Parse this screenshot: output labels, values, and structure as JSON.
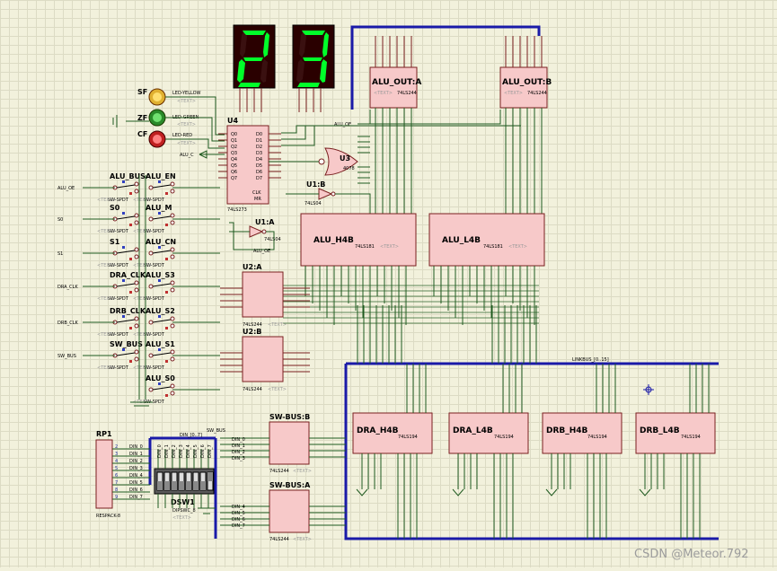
{
  "displays": [
    {
      "id": "seg1",
      "digit": "2"
    },
    {
      "id": "seg2",
      "digit": "3"
    }
  ],
  "leds": [
    {
      "ref": "SF",
      "name": "LED-YELLOW",
      "color": "#d4a000"
    },
    {
      "ref": "ZF",
      "name": "LED-GREEN",
      "color": "#2a8a2a"
    },
    {
      "ref": "CF",
      "name": "LED-RED",
      "color": "#c02020"
    }
  ],
  "switches": [
    {
      "label": "ALU_BUS",
      "type": "SW-SPDT",
      "net": "ALU_OE"
    },
    {
      "label": "ALU_EN",
      "type": "SW-SPDT"
    },
    {
      "label": "S0",
      "type": "SW-SPDT",
      "net": "S0"
    },
    {
      "label": "ALU_M",
      "type": "SW-SPDT"
    },
    {
      "label": "S1",
      "type": "SW-SPDT",
      "net": "S1"
    },
    {
      "label": "ALU_CN",
      "type": "SW-SPDT"
    },
    {
      "label": "DRA_CLK",
      "type": "SW-SPDT",
      "net": "DRA_CLK"
    },
    {
      "label": "ALU_S3",
      "type": "SW-SPDT"
    },
    {
      "label": "DRB_CLK",
      "type": "SW-SPDT",
      "net": "DRB_CLK"
    },
    {
      "label": "ALU_S2",
      "type": "SW-SPDT"
    },
    {
      "label": "SW_BUS",
      "type": "SW-SPDT",
      "net": "SW_BUS"
    },
    {
      "label": "ALU_S1",
      "type": "SW-SPDT"
    },
    {
      "label": "ALU_S0",
      "type": "SW-SPDT"
    }
  ],
  "chips": {
    "u4": {
      "ref": "U4",
      "part": "74LS273",
      "pins_q": [
        "Q0",
        "Q1",
        "Q2",
        "Q3",
        "Q4",
        "Q5",
        "Q6",
        "Q7"
      ],
      "pins_d": [
        "D0",
        "D1",
        "D2",
        "D3",
        "D4",
        "D5",
        "D6",
        "D7"
      ],
      "clk": "CLK",
      "mr": "MR"
    },
    "u3": {
      "ref": "U3",
      "part": "4078"
    },
    "u1b": {
      "ref": "U1:B",
      "part": "74LS04"
    },
    "u1a": {
      "ref": "U1:A",
      "part": "74LS04"
    },
    "u2a": {
      "ref": "U2:A",
      "part": "74LS244"
    },
    "u2b": {
      "ref": "U2:B",
      "part": "74LS244"
    },
    "alu_out_a": {
      "ref": "ALU_OUT:A",
      "part": "74LS244"
    },
    "alu_out_b": {
      "ref": "ALU_OUT:B",
      "part": "74LS244"
    },
    "alu_h4b": {
      "ref": "ALU_H4B",
      "part": "74LS181"
    },
    "alu_l4b": {
      "ref": "ALU_L4B",
      "part": "74LS181"
    },
    "dra_h4b": {
      "ref": "DRA_H4B",
      "part": "74LS194"
    },
    "dra_l4b": {
      "ref": "DRA_L4B",
      "part": "74LS194"
    },
    "drb_h4b": {
      "ref": "DRB_H4B",
      "part": "74LS194"
    },
    "drb_l4b": {
      "ref": "DRB_L4B",
      "part": "74LS194"
    },
    "swbus_b": {
      "ref": "SW-BUS:B",
      "part": "74LS244"
    },
    "swbus_a": {
      "ref": "SW-BUS:A",
      "part": "74LS244"
    },
    "rp1": {
      "ref": "RP1",
      "part": "RESPACK-8"
    },
    "dsw1": {
      "ref": "DSW1",
      "part": "DIPSWC_8"
    }
  },
  "nets": {
    "alu_oe": "ALU_OE",
    "alu_c": "ALU_C",
    "linkbus": "LINKBUS_[0..15]",
    "din": "DIN_[0..7]",
    "sw_bus": "SW_BUS"
  },
  "placeholder_text": "<TEXT>",
  "din_pins": [
    "DIN_0",
    "DIN_1",
    "DIN_2",
    "DIN_3",
    "DIN_4",
    "DIN_5",
    "DIN_6",
    "DIN_7"
  ],
  "watermark": "CSDN @Meteor.792"
}
